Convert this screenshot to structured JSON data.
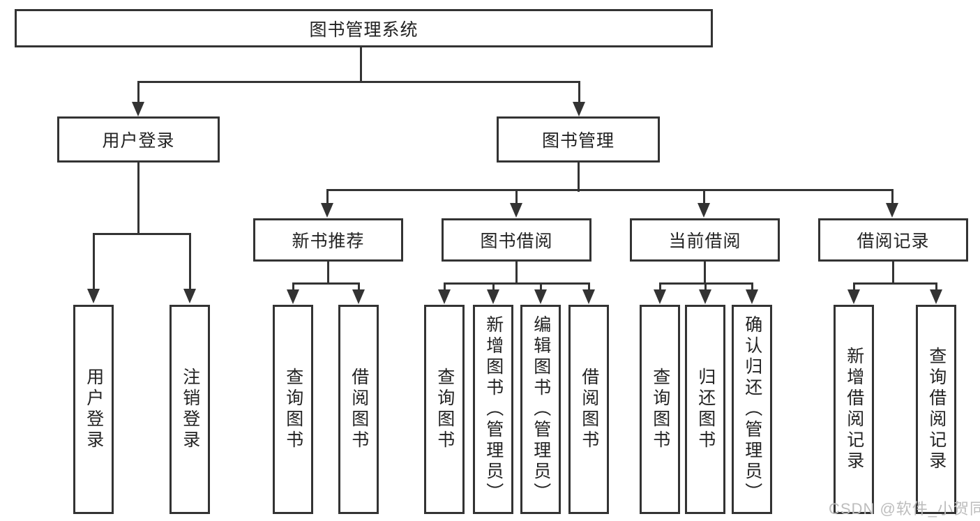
{
  "nodes": {
    "root": "图书管理系统",
    "user_login": "用户登录",
    "book_management": "图书管理",
    "new_books": "新书推荐",
    "book_borrowing": "图书借阅",
    "current_borrowing": "当前借阅",
    "borrowing_records": "借阅记录"
  },
  "leaves": {
    "ul_login": "用户登录",
    "ul_logout": "注销登录",
    "nb_query": "查询图书",
    "nb_borrow": "借阅图书",
    "bb_query": "查询图书",
    "bb_add": "新增图书（管理员）",
    "bb_edit": "编辑图书（管理员）",
    "bb_borrow": "借阅图书",
    "cb_query": "查询图书",
    "cb_return": "归还图书",
    "cb_confirm": "确认归还（管理员）",
    "br_add": "新增借阅记录",
    "br_query": "查询借阅记录"
  },
  "watermark": "CSDN @软件_小贺同学",
  "colors": {
    "line": "#333333",
    "text": "#222222",
    "watermark": "#bdbdbd",
    "background": "#ffffff"
  }
}
